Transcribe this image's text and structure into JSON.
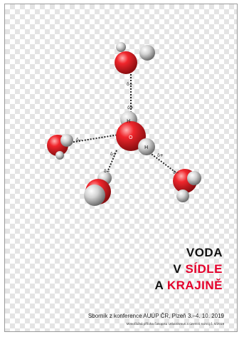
{
  "cover": {
    "title_line1": "VODA",
    "title_line2_prefix": "V",
    "title_line2_accent": "SÍDLE",
    "title_line3_prefix": "A",
    "title_line3_accent": "KRAJINĚ",
    "subtitle": "Sborník z konference AUÚP ČR, Plzeň 3.–4. 10. 2019",
    "note": "Mimořádná příloha časopisu Urbanismus a územní rozvoj č. 6/2019"
  },
  "illustration": {
    "labels": {
      "delta_minus": "δ−",
      "delta_plus": "δ+",
      "hydrogen": "H",
      "oxygen": "O"
    }
  },
  "colors": {
    "accent": "#e4002b",
    "text": "#111111",
    "oxygen": "#e8202a",
    "hydrogen": "#d8d8d8"
  }
}
